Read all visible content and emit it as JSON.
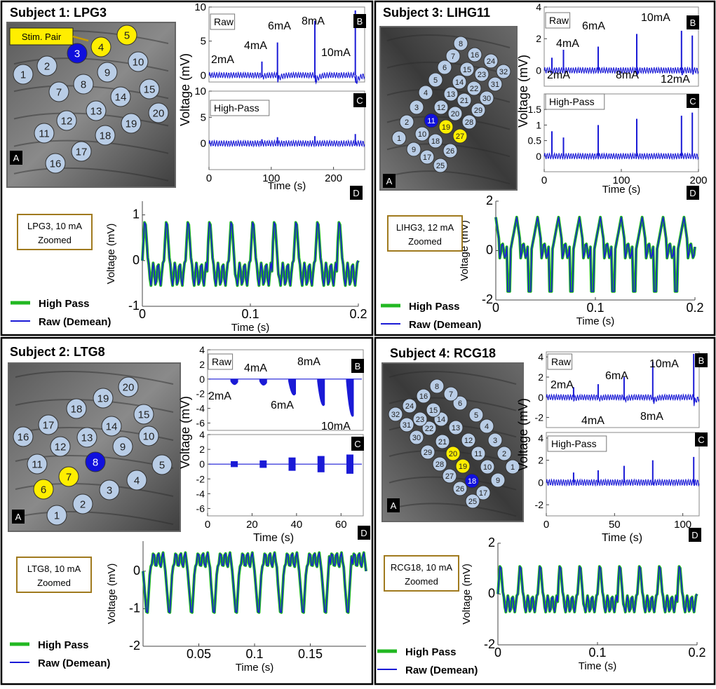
{
  "colors": {
    "raw": "#1a1ad6",
    "highpass": "#22b822",
    "stim": "#ffee00",
    "recording": "#1010dd",
    "electrode": "#b9cde6",
    "label_box_border": "#a07a1e",
    "letter_bg": "#000000"
  },
  "chart_data": [
    {
      "type": "line",
      "title": "Subject 1: LPG3",
      "panel_letters": {
        "a": "A",
        "b": "B",
        "c": "C",
        "d": "D"
      },
      "electrodes": [
        "1",
        "2",
        "3",
        "4",
        "5",
        "6",
        "7",
        "8",
        "9",
        "10",
        "11",
        "12",
        "13",
        "14",
        "15",
        "16",
        "17",
        "18",
        "19",
        "20"
      ],
      "stim_electrodes": [
        "4",
        "5"
      ],
      "recording_electrode": "3",
      "stim_pair_label": "Stim. Pair",
      "raw": {
        "box_label": "Raw",
        "ylabel": "Voltage (mV)",
        "ylim": [
          -1,
          10
        ],
        "yticks": [
          "0",
          "5",
          "10"
        ],
        "annotations": [
          "2mA",
          "4mA",
          "6mA",
          "8mA",
          "10mA"
        ],
        "spikes": [
          {
            "x": 85,
            "y": 2
          },
          {
            "x": 110,
            "y": 4.8
          },
          {
            "x": 170,
            "y": 8
          },
          {
            "x": 235,
            "y": 9.5
          }
        ]
      },
      "highpass": {
        "box_label": "High-Pass",
        "ylim": [
          -5,
          10
        ],
        "yticks": [
          "0",
          "5",
          "10"
        ],
        "xlabel": "Time (s)",
        "xlim": [
          0,
          250
        ],
        "xticks": [
          "0",
          "100",
          "200"
        ],
        "spikes": [
          {
            "x": 85,
            "y": 0.8
          },
          {
            "x": 110,
            "y": 1.2
          },
          {
            "x": 170,
            "y": 1.4
          },
          {
            "x": 235,
            "y": 1.8
          }
        ]
      },
      "zoom": {
        "label": "LPG3, 10 mA Zoomed",
        "xlabel": "Time (s)",
        "ylabel": "Voltage (mV)",
        "xlim": [
          0,
          0.2
        ],
        "ylim": [
          -1,
          1.3
        ],
        "xticks": [
          "0",
          "0.1",
          "0.2"
        ],
        "yticks": [
          "-1",
          "0",
          "1"
        ],
        "period": 0.02,
        "amp": 1.0,
        "shape": "pulse"
      },
      "legend": [
        "High Pass",
        "Raw (Demean)"
      ]
    },
    {
      "type": "line",
      "title": "Subject 3: LIHG11",
      "panel_letters": {
        "a": "A",
        "b": "B",
        "c": "C",
        "d": "D"
      },
      "electrodes": [
        "1",
        "2",
        "3",
        "4",
        "5",
        "6",
        "7",
        "8",
        "9",
        "10",
        "11",
        "12",
        "13",
        "14",
        "15",
        "16",
        "17",
        "18",
        "19",
        "20",
        "21",
        "22",
        "23",
        "24",
        "25",
        "26",
        "27",
        "28",
        "29",
        "30",
        "31",
        "32"
      ],
      "stim_electrodes": [
        "19",
        "27"
      ],
      "recording_electrode": "11",
      "raw": {
        "box_label": "Raw",
        "ylabel": "Voltage (mV)",
        "ylim": [
          -1,
          4
        ],
        "yticks": [
          "0",
          "2",
          "4"
        ],
        "annotations": [
          "4mA",
          "6mA",
          "10mA",
          "2mA",
          "8mA",
          "12mA"
        ],
        "spikes": [
          {
            "x": 10,
            "y": 0.8
          },
          {
            "x": 25,
            "y": 1.3
          },
          {
            "x": 70,
            "y": 1.5
          },
          {
            "x": 120,
            "y": 2.3
          },
          {
            "x": 178,
            "y": 2.5
          },
          {
            "x": 192,
            "y": 2.2
          }
        ]
      },
      "highpass": {
        "box_label": "High-Pass",
        "ylim": [
          -0.5,
          2
        ],
        "yticks": [
          "0",
          "0.5",
          "1",
          "1.5"
        ],
        "xlabel": "Time (s)",
        "xlim": [
          0,
          200
        ],
        "xticks": [
          "0",
          "100",
          "200"
        ],
        "spikes": [
          {
            "x": 10,
            "y": 0.8
          },
          {
            "x": 25,
            "y": 0.6
          },
          {
            "x": 70,
            "y": 1.0
          },
          {
            "x": 120,
            "y": 1.2
          },
          {
            "x": 178,
            "y": 1.3
          },
          {
            "x": 192,
            "y": 1.4
          }
        ]
      },
      "zoom": {
        "label": "LIHG3, 12 mA Zoomed",
        "xlabel": "Time (s)",
        "ylabel": "Voltage (mV)",
        "xlim": [
          0,
          0.2
        ],
        "ylim": [
          -2,
          2
        ],
        "xticks": [
          "0",
          "0.1",
          "0.2"
        ],
        "yticks": [
          "-2",
          "0",
          "2"
        ],
        "period": 0.021,
        "amp": 1.5,
        "shape": "saw"
      },
      "legend": [
        "High Pass",
        "Raw (Demean)"
      ]
    },
    {
      "type": "line",
      "title": "Subject 2: LTG8",
      "panel_letters": {
        "a": "A",
        "b": "B",
        "c": "C",
        "d": "D"
      },
      "electrodes": [
        "1",
        "2",
        "3",
        "4",
        "5",
        "6",
        "7",
        "8",
        "9",
        "10",
        "11",
        "12",
        "13",
        "14",
        "15",
        "16",
        "17",
        "18",
        "19",
        "20"
      ],
      "stim_electrodes": [
        "6",
        "7"
      ],
      "recording_electrode": "8",
      "raw": {
        "box_label": "Raw",
        "ylabel": "Voltage (mV)",
        "ylim": [
          -7,
          4
        ],
        "yticks": [
          "4",
          "2",
          "0",
          "-2",
          "-4",
          "-6"
        ],
        "annotations": [
          "4mA",
          "8mA",
          "2mA",
          "6mA",
          "10mA"
        ],
        "dips": [
          {
            "x": 12,
            "y": -0.4
          },
          {
            "x": 25,
            "y": -0.5
          },
          {
            "x": 38,
            "y": -2
          },
          {
            "x": 51,
            "y": -3.5
          },
          {
            "x": 64,
            "y": -5
          }
        ]
      },
      "highpass": {
        "ylim": [
          -7,
          4
        ],
        "yticks": [
          "4",
          "2",
          "0",
          "-2",
          "-4",
          "-6"
        ],
        "xlabel": "Time (s)",
        "xlim": [
          0,
          70
        ],
        "xticks": [
          "0",
          "20",
          "40",
          "60"
        ],
        "bursts": [
          {
            "x": 12,
            "y": 0.4
          },
          {
            "x": 25,
            "y": 0.5
          },
          {
            "x": 38,
            "y": 0.9
          },
          {
            "x": 51,
            "y": 1.1
          },
          {
            "x": 64,
            "y": 1.3
          }
        ]
      },
      "zoom": {
        "label": "LTG8, 10 mA Zoomed",
        "xlabel": "Time (s)",
        "ylabel": "Voltage (mV)",
        "xlim": [
          0,
          0.2
        ],
        "ylim": [
          -2,
          0.8
        ],
        "xticks": [
          "0.05",
          "0.1",
          "0.15"
        ],
        "yticks": [
          "-2",
          "-1",
          "0"
        ],
        "period": 0.02,
        "amp": 1.3,
        "shape": "neg"
      },
      "legend": [
        "High Pass",
        "Raw (Demean)"
      ]
    },
    {
      "type": "line",
      "title": "Subject 4: RCG18",
      "panel_letters": {
        "a": "A",
        "b": "B",
        "c": "C",
        "d": "D"
      },
      "electrodes": [
        "1",
        "2",
        "3",
        "4",
        "5",
        "6",
        "7",
        "8",
        "9",
        "10",
        "11",
        "12",
        "13",
        "14",
        "15",
        "16",
        "17",
        "18",
        "19",
        "20",
        "21",
        "22",
        "23",
        "24",
        "25",
        "26",
        "27",
        "28",
        "29",
        "30",
        "31",
        "32"
      ],
      "stim_electrodes": [
        "19",
        "20"
      ],
      "recording_electrode": "18",
      "raw": {
        "box_label": "Raw",
        "ylabel": "Voltage (mV)",
        "ylim": [
          -3,
          4.5
        ],
        "yticks": [
          "4",
          "2",
          "0",
          "-2"
        ],
        "annotations": [
          "2mA",
          "6mA",
          "10mA",
          "4mA",
          "8mA"
        ],
        "spikes": [
          {
            "x": 20,
            "y": 1
          },
          {
            "x": 38,
            "y": 1.3
          },
          {
            "x": 57,
            "y": 2
          },
          {
            "x": 78,
            "y": 3.5
          },
          {
            "x": 108,
            "y": 4.3
          }
        ]
      },
      "highpass": {
        "box_label": "High-Pass",
        "ylim": [
          -3,
          4.5
        ],
        "yticks": [
          "4",
          "2",
          "0",
          "-2"
        ],
        "xlabel": "Time (s)",
        "xlim": [
          0,
          112
        ],
        "xticks": [
          "0",
          "50",
          "100"
        ],
        "spikes": [
          {
            "x": 20,
            "y": 0.9
          },
          {
            "x": 38,
            "y": 1.1
          },
          {
            "x": 57,
            "y": 1.5
          },
          {
            "x": 78,
            "y": 2
          },
          {
            "x": 108,
            "y": 2.3
          }
        ]
      },
      "zoom": {
        "label": "RCG18, 10 mA Zoomed",
        "xlabel": "Time (s)",
        "ylabel": "Voltage (mV)",
        "xlim": [
          0,
          0.2
        ],
        "ylim": [
          -2,
          2
        ],
        "xticks": [
          "0",
          "0.1",
          "0.2"
        ],
        "yticks": [
          "-2",
          "0",
          "2"
        ],
        "period": 0.02,
        "amp": 1.3,
        "shape": "pulse"
      },
      "legend": [
        "High Pass",
        "Raw (Demean)"
      ]
    }
  ]
}
